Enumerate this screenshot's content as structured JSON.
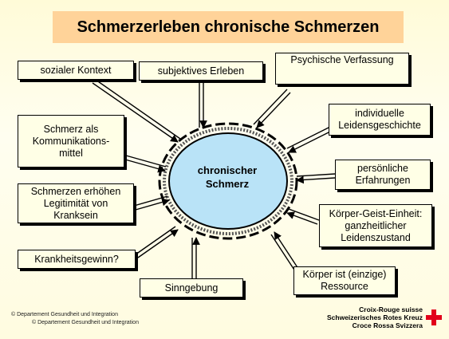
{
  "title": "Schmerzerleben chronische Schmerzen",
  "center": {
    "line1": "chronischer",
    "line2": "Schmerz"
  },
  "boxes": {
    "sozialer_kontext": "sozialer Kontext",
    "subjektives_erleben": "subjektives Erleben",
    "psychische_verfassung": "Psychische Verfassung",
    "leidensgeschichte": "individuelle Leidensgeschichte",
    "kommunikation": "Schmerz als Kommunikations-mittel",
    "erfahrungen": "persönliche Erfahrungen",
    "legitimitaet": "Schmerzen erhöhen Legitimität von Kranksein",
    "koerper_geist": "Körper-Geist-Einheit: ganzheitlicher Leidenszustand",
    "krankheitsgewinn": "Krankheitsgewinn?",
    "sinngebung": "Sinngebung",
    "ressource": "Körper ist (einzige) Ressource"
  },
  "footer": {
    "copyright_1": "© Departement Gesundheit und Integration",
    "copyright_2": "© Departement Gesundheit und Integration"
  },
  "logo": {
    "line1": "Croix-Rouge suisse",
    "line2": "Schweizerisches Rotes Kreuz",
    "line3": "Croce Rossa Svizzera"
  },
  "colors": {
    "title_background": "#ffd399",
    "box_background": "#ffffe6",
    "center_fill": "#b9e3f7",
    "slide_background": "#fffbd8",
    "red_cross": "#e2001a"
  },
  "icons": [
    "red-cross-icon"
  ]
}
